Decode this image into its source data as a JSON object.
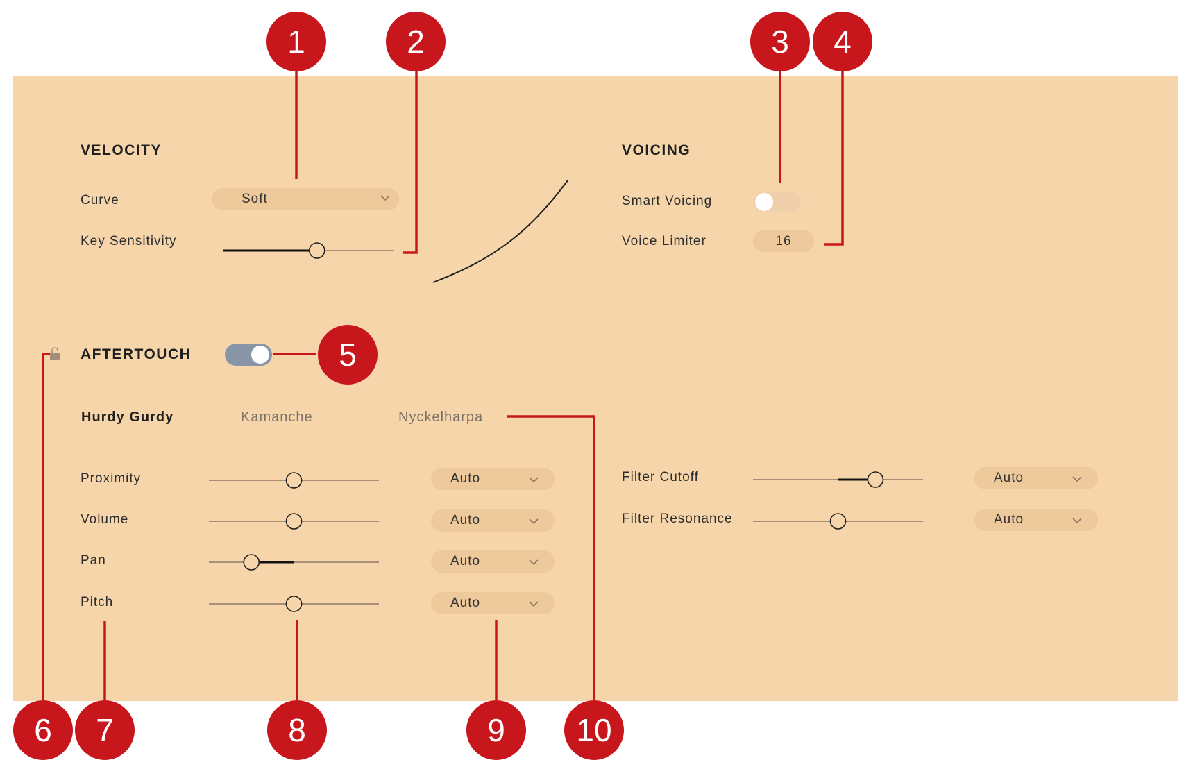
{
  "velocity": {
    "heading": "VELOCITY",
    "curve_label": "Curve",
    "curve_value": "Soft",
    "key_sensitivity_label": "Key Sensitivity",
    "key_sensitivity_value": 0.55
  },
  "voicing": {
    "heading": "VOICING",
    "smart_voicing_label": "Smart Voicing",
    "smart_voicing_on": false,
    "voice_limiter_label": "Voice Limiter",
    "voice_limiter_value": "16"
  },
  "aftertouch": {
    "heading": "AFTERTOUCH",
    "enabled": true,
    "lock_icon": "unlocked-lock-icon",
    "tabs": [
      {
        "label": "Hurdy Gurdy",
        "active": true
      },
      {
        "label": "Kamanche",
        "active": false
      },
      {
        "label": "Nyckelharpa",
        "active": false
      }
    ],
    "params_left": [
      {
        "label": "Proximity",
        "value": 0.5,
        "mode": "Auto"
      },
      {
        "label": "Volume",
        "value": 0.5,
        "mode": "Auto"
      },
      {
        "label": "Pan",
        "value": 0.25,
        "mode": "Auto"
      },
      {
        "label": "Pitch",
        "value": 0.5,
        "mode": "Auto"
      }
    ],
    "params_right": [
      {
        "label": "Filter Cutoff",
        "value": 0.72,
        "mode": "Auto"
      },
      {
        "label": "Filter Resonance",
        "value": 0.5,
        "mode": "Auto"
      }
    ]
  },
  "callouts": [
    "1",
    "2",
    "3",
    "4",
    "5",
    "6",
    "7",
    "8",
    "9",
    "10"
  ],
  "colors": {
    "panel": "#f6d5ab",
    "control": "#edc99c",
    "callout": "#c8161d",
    "toggle_on": "#8795a6"
  }
}
